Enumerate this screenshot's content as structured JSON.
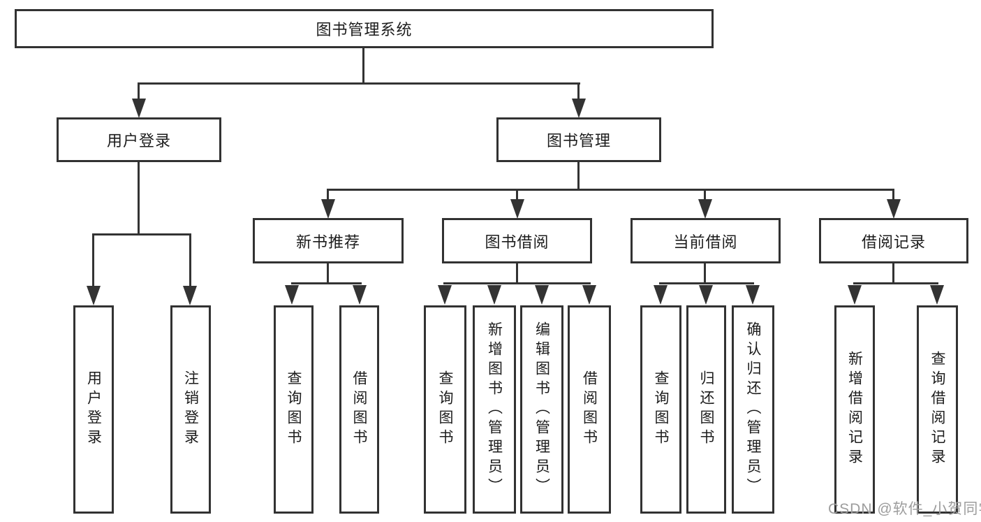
{
  "tree": {
    "root": {
      "label": "图书管理系统"
    },
    "branches": [
      {
        "label": "用户登录",
        "children": [
          {
            "label": "用户登录"
          },
          {
            "label": "注销登录"
          }
        ]
      },
      {
        "label": "图书管理",
        "children": [
          {
            "label": "新书推荐",
            "children": [
              {
                "label": "查询图书"
              },
              {
                "label": "借阅图书"
              }
            ]
          },
          {
            "label": "图书借阅",
            "children": [
              {
                "label": "查询图书"
              },
              {
                "label": "新增图书（管理员）"
              },
              {
                "label": "编辑图书（管理员）"
              },
              {
                "label": "借阅图书"
              }
            ]
          },
          {
            "label": "当前借阅",
            "children": [
              {
                "label": "查询图书"
              },
              {
                "label": "归还图书"
              },
              {
                "label": "确认归还（管理员）"
              }
            ]
          },
          {
            "label": "借阅记录",
            "children": [
              {
                "label": "新增借阅记录"
              },
              {
                "label": "查询借阅记录"
              }
            ]
          }
        ]
      }
    ]
  },
  "watermark": {
    "text": "CSDN @软件_小贺同学"
  },
  "colors": {
    "line": "#333333",
    "border": "#323232",
    "text": "#1c1c1c",
    "watermark": "#9d9d9d",
    "background": "#ffffff"
  }
}
